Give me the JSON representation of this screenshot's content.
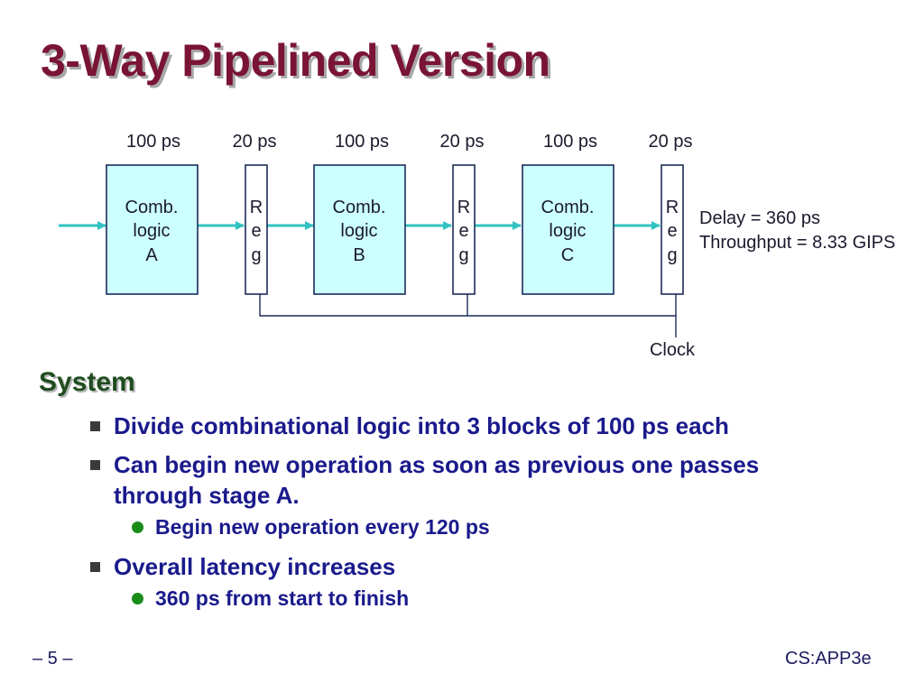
{
  "title": "3-Way Pipelined Version",
  "diagram": {
    "timings": [
      "100 ps",
      "20 ps",
      "100 ps",
      "20 ps",
      "100 ps",
      "20 ps"
    ],
    "comb_blocks": [
      {
        "line1": "Comb.",
        "line2": "logic",
        "line3": "A"
      },
      {
        "line1": "Comb.",
        "line2": "logic",
        "line3": "B"
      },
      {
        "line1": "Comb.",
        "line2": "logic",
        "line3": "C"
      }
    ],
    "reg_letters": [
      "R",
      "e",
      "g"
    ],
    "delay": "Delay = 360 ps",
    "throughput": "Throughput = 8.33 GIPS",
    "clock": "Clock"
  },
  "section": {
    "heading": "System",
    "bullets": [
      "Divide combinational logic into 3 blocks of 100 ps each",
      "Can begin new operation as soon as previous one passes through stage A.",
      "Begin new operation every 120 ps",
      "Overall latency increases",
      "360 ps from start to finish"
    ]
  },
  "footer": {
    "page": "– 5 –",
    "course": "CS:APP3e"
  }
}
